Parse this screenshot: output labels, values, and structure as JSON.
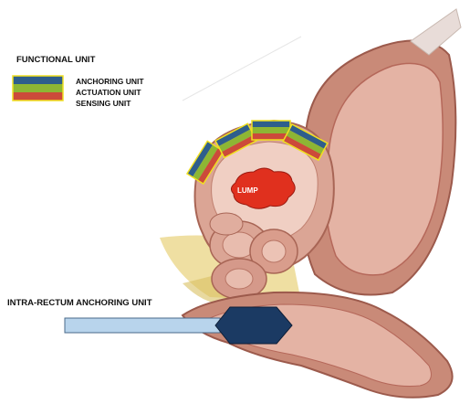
{
  "legend": {
    "title": "FUNCTIONAL UNIT",
    "items": [
      {
        "label": "ANCHORING UNIT",
        "color": "#2e5e8c"
      },
      {
        "label": "ACTUATION UNIT",
        "color": "#8db634"
      },
      {
        "label": "SENSING UNIT",
        "color": "#cc4a3a"
      }
    ],
    "outline_color": "#f0e020"
  },
  "labels": {
    "lump": "LUMP",
    "intra_rectum": "INTRA-RECTUM ANCHORING UNIT"
  },
  "colors": {
    "tissue": "#d9a08e",
    "tissue_dark": "#b5685a",
    "tissue_light": "#f0cfc3",
    "lump": "#e0301e",
    "anchor_hex": "#1b3a63",
    "rod": "#b8d4ec",
    "fat": "#e8d27a"
  }
}
